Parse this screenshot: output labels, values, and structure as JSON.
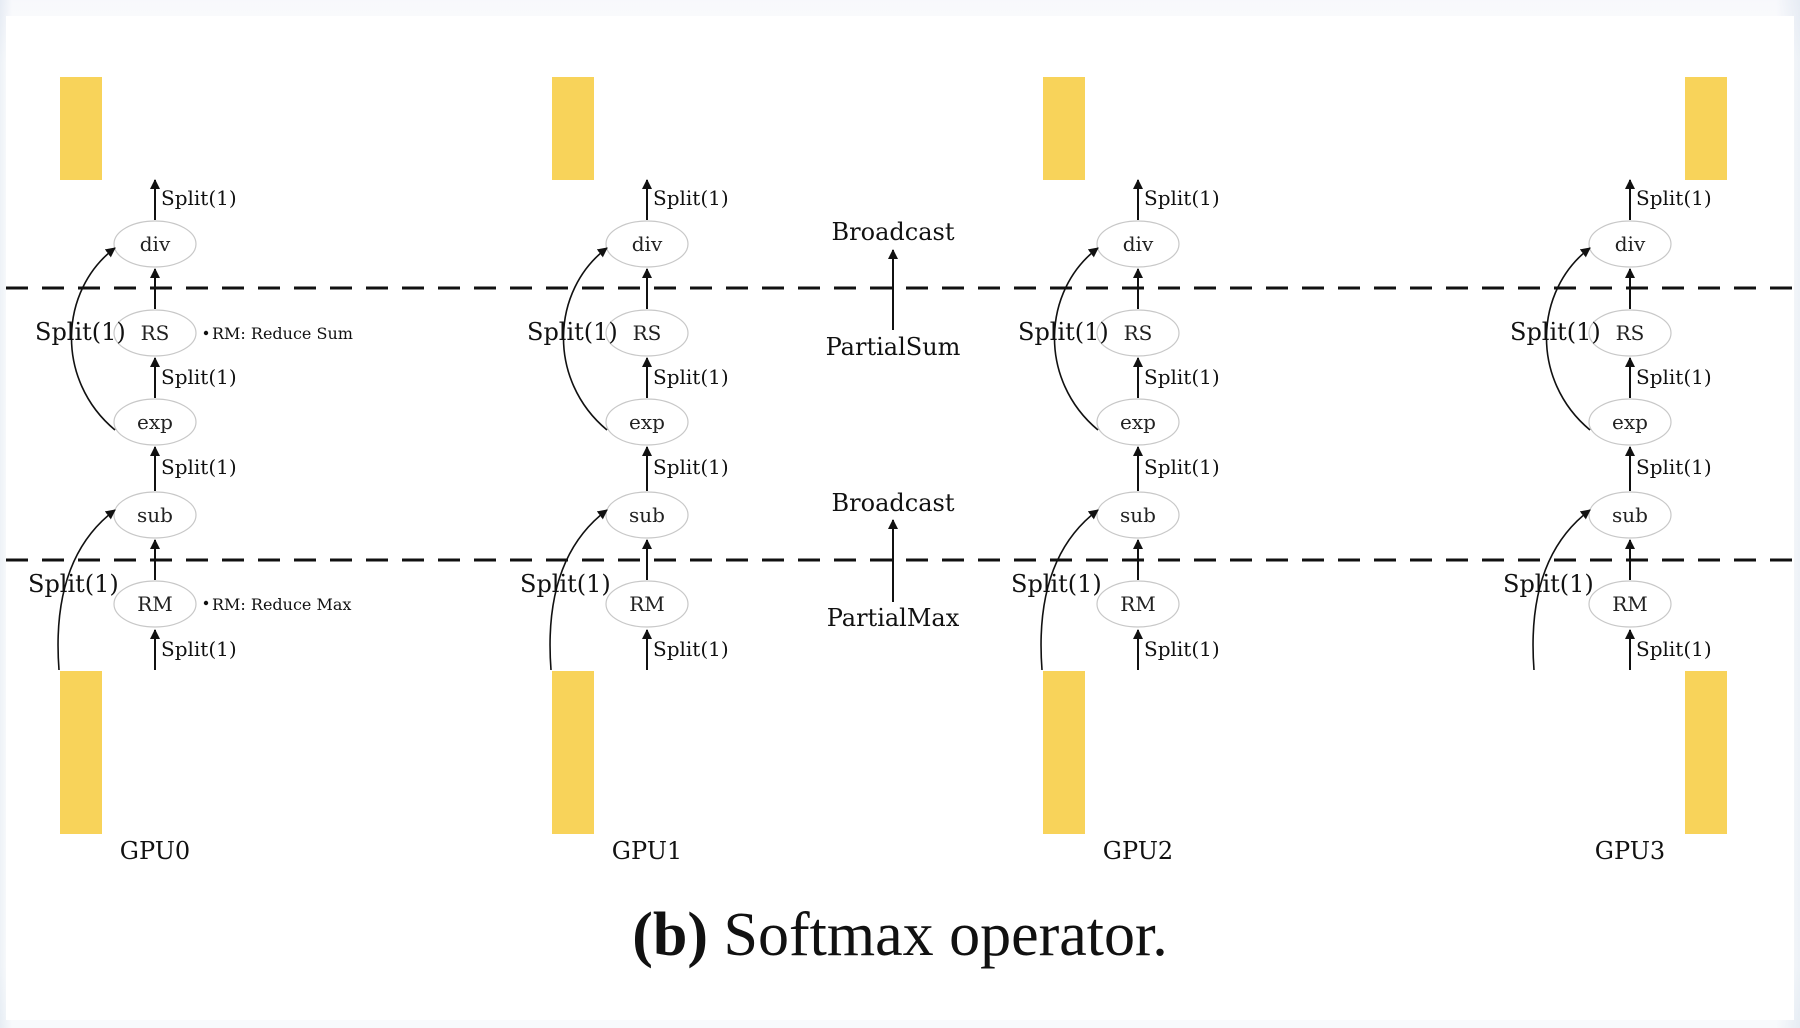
{
  "caption": {
    "label": "(b)",
    "text": "Softmax operator."
  },
  "colors": {
    "tensor_block": "#f8d35a",
    "node_stroke": "#c8c8c8",
    "edge": "#111111",
    "divider": "#111111"
  },
  "node_labels": {
    "div": "div",
    "rs": "RS",
    "exp": "exp",
    "sub": "sub",
    "rm": "RM"
  },
  "edge_label": "Split(1)",
  "notes": {
    "rs": "RM: Reduce Sum",
    "rm": "RM: Reduce Max"
  },
  "gpus": [
    "GPU0",
    "GPU1",
    "GPU2",
    "GPU3"
  ],
  "collectives": {
    "upper": {
      "top": "Broadcast",
      "bottom": "PartialSum"
    },
    "lower": {
      "top": "Broadcast",
      "bottom": "PartialMax"
    }
  }
}
